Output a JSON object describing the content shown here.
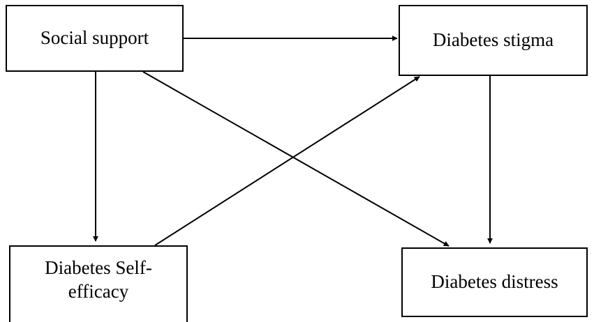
{
  "diagram": {
    "nodes": [
      {
        "id": "social_support",
        "label": "Social support"
      },
      {
        "id": "diabetes_stigma",
        "label": "Diabetes stigma"
      },
      {
        "id": "diabetes_self_efficacy",
        "label": "Diabetes Self-efficacy"
      },
      {
        "id": "diabetes_distress",
        "label": "Diabetes distress"
      }
    ],
    "edges": [
      {
        "from": "social_support",
        "to": "diabetes_stigma"
      },
      {
        "from": "social_support",
        "to": "diabetes_self_efficacy"
      },
      {
        "from": "social_support",
        "to": "diabetes_distress"
      },
      {
        "from": "diabetes_self_efficacy",
        "to": "diabetes_stigma"
      },
      {
        "from": "diabetes_stigma",
        "to": "diabetes_distress"
      }
    ]
  }
}
